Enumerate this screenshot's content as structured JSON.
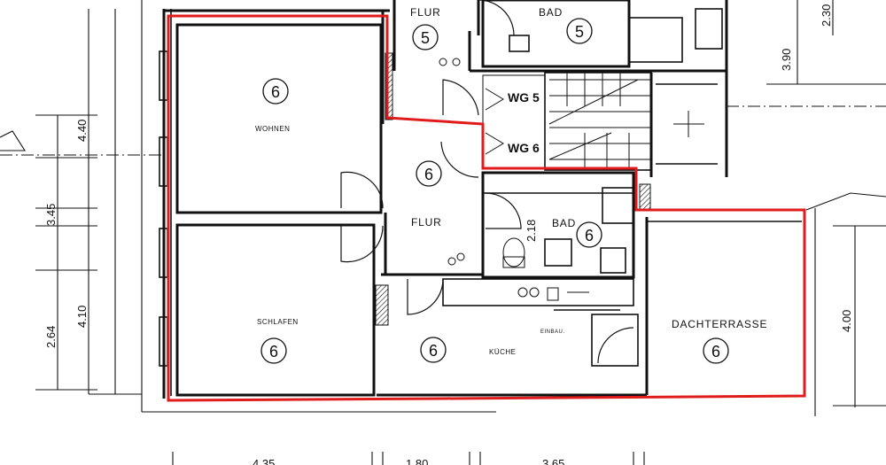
{
  "rooms": {
    "wohnen": {
      "label": "WOHNEN",
      "number": "6"
    },
    "schlafen": {
      "label": "SCHLAFEN",
      "number": "6"
    },
    "flur": {
      "label": "FLUR",
      "number": "6"
    },
    "bad": {
      "label": "BAD",
      "number": "6"
    },
    "kueche": {
      "label": "KÜCHE",
      "number": "6"
    },
    "dachterrasse": {
      "label": "DACHTERRASSE",
      "number": "6"
    },
    "flur_upper": {
      "label": "FLUR",
      "number": "5"
    },
    "bad_upper": {
      "label": "BAD",
      "number": "5"
    }
  },
  "stair_labels": {
    "wg5": "WG 5",
    "wg6": "WG 6"
  },
  "annotations": {
    "bad_width": "2.18",
    "abstellraum": "EINBAU."
  },
  "dimensions": {
    "left": [
      "4.40",
      "3.45",
      "2.64",
      "4.10"
    ],
    "right": [
      "3.90",
      "2.30",
      "4.00"
    ],
    "bottom": [
      "4.35",
      "1.80",
      "3.65"
    ]
  },
  "colors": {
    "outline": "#e01b1b",
    "lines": "#111111"
  }
}
